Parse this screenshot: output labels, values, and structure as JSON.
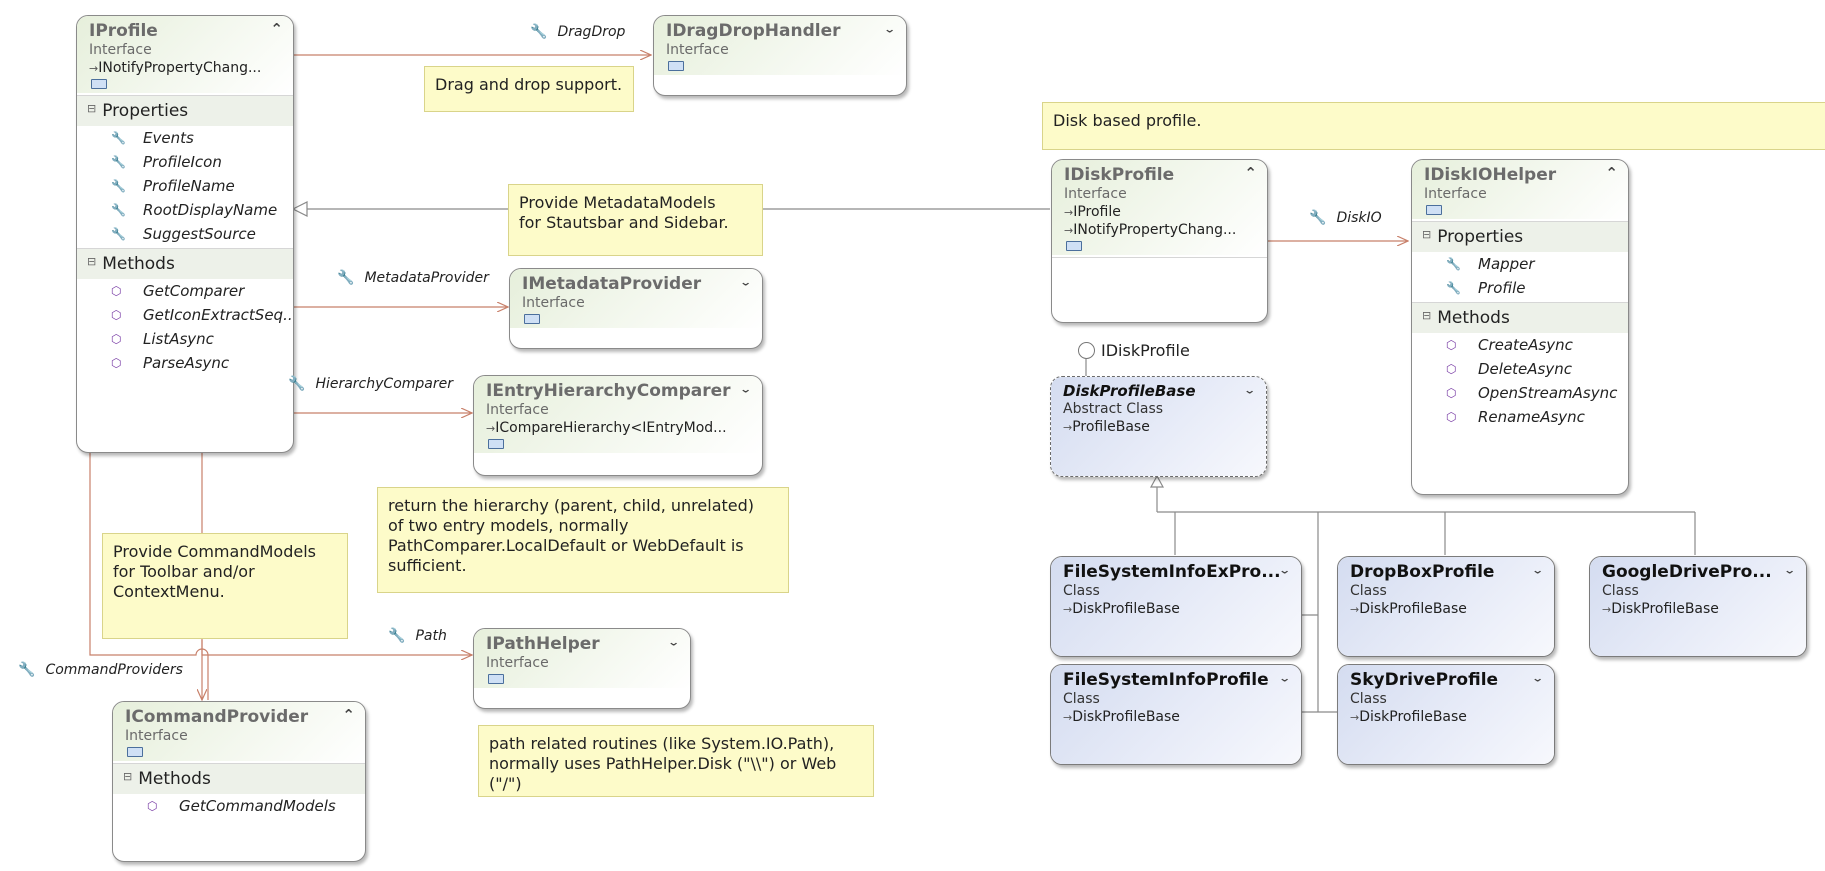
{
  "colors": {
    "association_line": "#c8806a",
    "inheritance_line": "#8a8a8a",
    "note_fill": "#fdfbc9"
  },
  "boxes": {
    "iprofile": {
      "title": "IProfile",
      "kind": "Interface",
      "inherits": "INotifyPropertyChang...",
      "toggle": "collapse",
      "sections": {
        "properties": "Properties",
        "methods": "Methods"
      },
      "properties": [
        "Events",
        "ProfileIcon",
        "ProfileName",
        "RootDisplayName",
        "SuggestSource"
      ],
      "methods": [
        "GetComparer",
        "GetIconExtractSeq...",
        "ListAsync",
        "ParseAsync"
      ]
    },
    "idragdrop": {
      "title": "IDragDropHandler",
      "kind": "Interface",
      "toggle": "expand"
    },
    "imetadata": {
      "title": "IMetadataProvider",
      "kind": "Interface",
      "toggle": "expand"
    },
    "ientry": {
      "title": "IEntryHierarchyComparer",
      "kind": "Interface",
      "inherits": "ICompareHierarchy<IEntryMod...",
      "toggle": "expand"
    },
    "ipath": {
      "title": "IPathHelper",
      "kind": "Interface",
      "toggle": "expand"
    },
    "icommand": {
      "title": "ICommandProvider",
      "kind": "Interface",
      "toggle": "collapse",
      "sections": {
        "methods": "Methods"
      },
      "methods": [
        "GetCommandModels"
      ]
    },
    "idiskprofile": {
      "title": "IDiskProfile",
      "kind": "Interface",
      "inherits": [
        "IProfile",
        "INotifyPropertyChang..."
      ],
      "toggle": "collapse"
    },
    "idiskio": {
      "title": "IDiskIOHelper",
      "kind": "Interface",
      "toggle": "collapse",
      "sections": {
        "properties": "Properties",
        "methods": "Methods"
      },
      "properties": [
        "Mapper",
        "Profile"
      ],
      "methods": [
        "CreateAsync",
        "DeleteAsync",
        "OpenStreamAsync",
        "RenameAsync"
      ]
    },
    "diskprofilebase": {
      "title": "DiskProfileBase",
      "kind": "Abstract Class",
      "inherits": "ProfileBase",
      "toggle": "expand",
      "lollipop": "IDiskProfile"
    },
    "fsiex": {
      "title": "FileSystemInfoExPro...",
      "kind": "Class",
      "inherits": "DiskProfileBase",
      "toggle": "expand"
    },
    "dropbox": {
      "title": "DropBoxProfile",
      "kind": "Class",
      "inherits": "DiskProfileBase",
      "toggle": "expand"
    },
    "gdrive": {
      "title": "GoogleDrivePro...",
      "kind": "Class",
      "inherits": "DiskProfileBase",
      "toggle": "expand"
    },
    "fsi": {
      "title": "FileSystemInfoProfile",
      "kind": "Class",
      "inherits": "DiskProfileBase",
      "toggle": "expand"
    },
    "skydrive": {
      "title": "SkyDriveProfile",
      "kind": "Class",
      "inherits": "DiskProfileBase",
      "toggle": "expand"
    }
  },
  "associations": {
    "dragdrop": "DragDrop",
    "metadata": "MetadataProvider",
    "hierarchy": "HierarchyComparer",
    "path": "Path",
    "command": "CommandProviders",
    "diskio": "DiskIO"
  },
  "notes": {
    "dragdrop": "Drag and drop support.",
    "disk": "Disk based profile.",
    "metadata": [
      "Provide MetadataModels",
      "for Stautsbar and Sidebar."
    ],
    "hierarchy": [
      "return the hierarchy (parent, child, unrelated)",
      "of two entry models, normally",
      "PathComparer.LocalDefault or WebDefault is",
      "sufficient."
    ],
    "command": [
      "Provide CommandModels",
      "for Toolbar and/or",
      "ContextMenu."
    ],
    "path": [
      "path related routines (like System.IO.Path),",
      "normally uses PathHelper.Disk (\"\\\\\") or Web (\"/\")"
    ]
  }
}
